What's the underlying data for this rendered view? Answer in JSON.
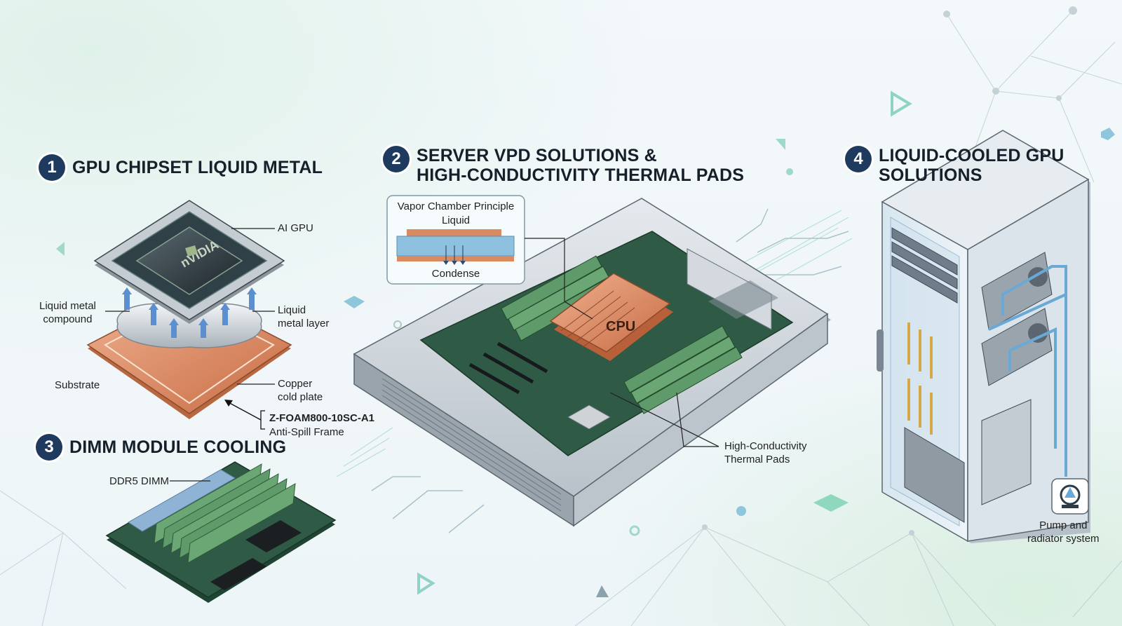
{
  "sections": [
    {
      "number": "1",
      "title_lines": [
        "GPU CHIPSET LIQUID METAL"
      ]
    },
    {
      "number": "2",
      "title_lines": [
        "SERVER VPD SOLUTIONS &",
        "HIGH-CONDUCTIVITY THERMAL PADS"
      ]
    },
    {
      "number": "3",
      "title_lines": [
        "DIMM MODULE COOLING"
      ]
    },
    {
      "number": "4",
      "title_lines": [
        "LIQUID-COOLED GPU",
        "SOLUTIONS"
      ]
    }
  ],
  "gpu": {
    "chip_logo": "nVIDIA",
    "labels": {
      "ai_gpu": "AI GPU",
      "liquid_metal_compound": "Liquid metal\ncompound",
      "liquid_metal_layer": "Liquid\nmetal layer",
      "substrate": "Substrate",
      "copper_cold_plate": "Copper\ncold plate",
      "frame_model": "Z-FOAM800-10SC-A1",
      "frame_desc": "Anti-Spill Frame"
    }
  },
  "server": {
    "inset_title": "Vapor Chamber Principle",
    "inset_liquid": "Liquid",
    "inset_condense": "Condense",
    "cpu_label": "CPU",
    "pads_label": "High-Conductivity\nThermal Pads"
  },
  "dimm": {
    "label": "DDR5 DIMM"
  },
  "rack": {
    "pump_label": "Pump and\nradiator system"
  },
  "colors": {
    "badge": "#1e3a5f",
    "copper": "#d9875e",
    "pcb": "#2f5a45",
    "ram": "#5f9b6a",
    "coolant": "#6aa9d6",
    "chassis": "#c9d1d8"
  }
}
